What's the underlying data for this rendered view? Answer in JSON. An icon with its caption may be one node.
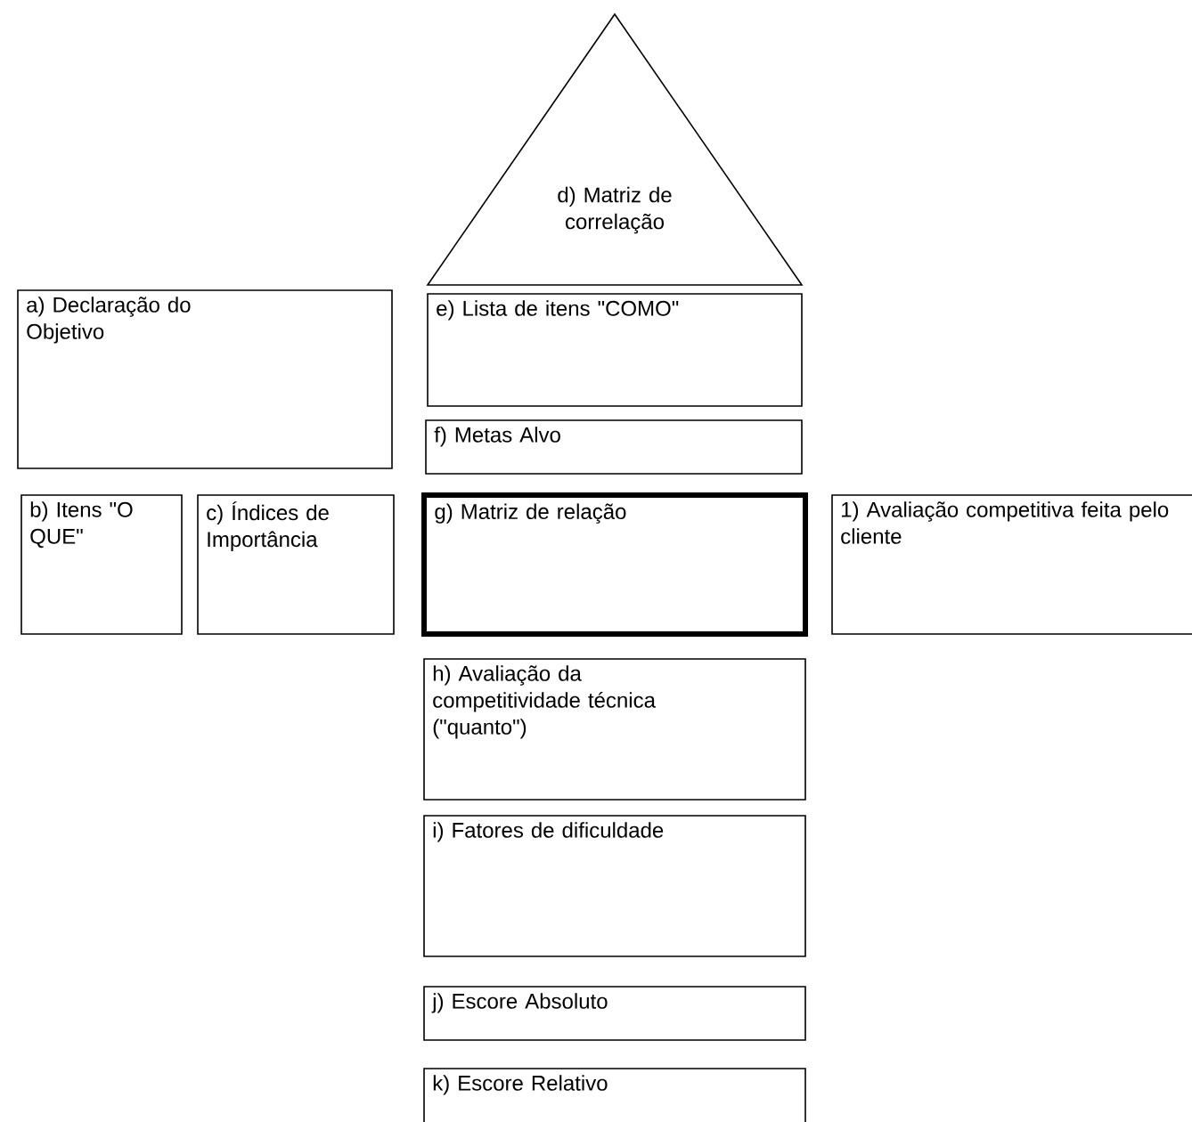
{
  "diagram": {
    "nodes": [
      {
        "text": [
          "d) Matriz de correlação"
        ]
      },
      {
        "text": [
          "a) Declaração do Objetivo"
        ]
      },
      {
        "text": [
          "e) Lista de itens \"COMO\""
        ]
      },
      {
        "text": [
          "f) Metas Alvo"
        ]
      },
      {
        "text": [
          "b) Itens \"O QUE\""
        ]
      },
      {
        "text": [
          "c) Índices de Importância"
        ]
      },
      {
        "text": [
          "g) Matriz de relação"
        ]
      },
      {
        "text": [
          "1) Avaliação competitiva feita pelo cliente"
        ]
      },
      {
        "text": [
          "h) Avaliação da competitividade técnica (\"quanto\")"
        ]
      },
      {
        "text": [
          "i) Fatores de dificuldade"
        ]
      },
      {
        "text": [
          "j) Escore Absoluto"
        ]
      },
      {
        "text": [
          "k) Escore Relativo"
        ]
      }
    ]
  }
}
